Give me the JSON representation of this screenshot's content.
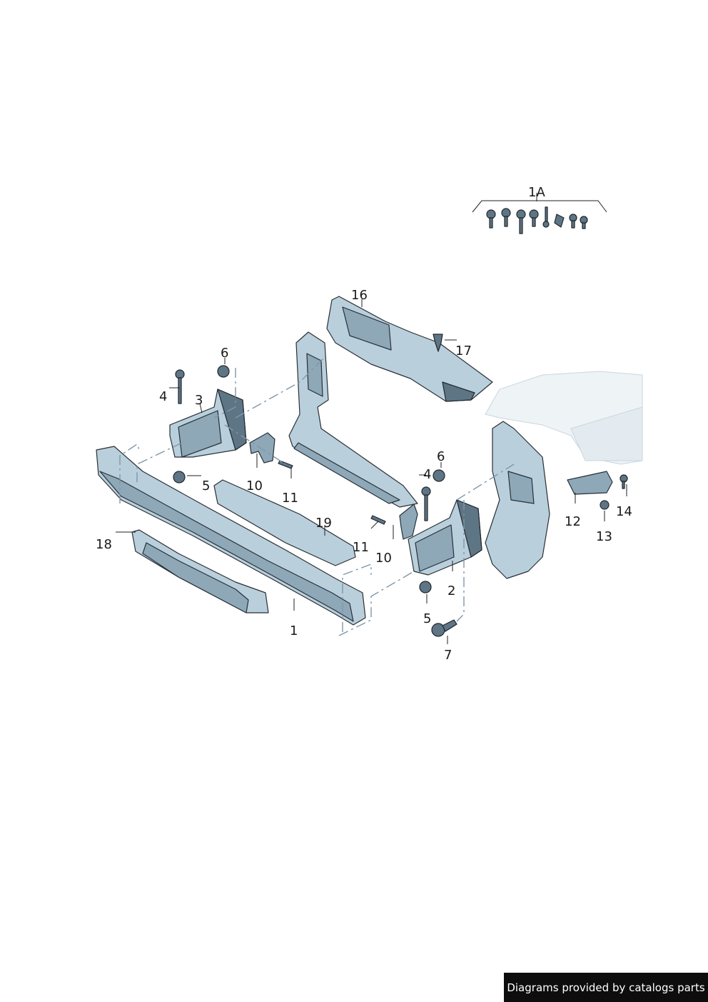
{
  "diagram": {
    "callouts": {
      "c1": "1",
      "c1a": "1A",
      "c2": "2",
      "c3": "3",
      "c4_left": "4",
      "c4_right": "4",
      "c5_left": "5",
      "c5_right": "5",
      "c6_left": "6",
      "c6_right": "6",
      "c7": "7",
      "c10_left": "10",
      "c10_right": "10",
      "c11_left": "11",
      "c11_right": "11",
      "c12": "12",
      "c13": "13",
      "c14": "14",
      "c16": "16",
      "c17": "17",
      "c18": "18",
      "c19": "19"
    }
  },
  "footer": {
    "credit": "Diagrams provided by catalogs parts"
  }
}
